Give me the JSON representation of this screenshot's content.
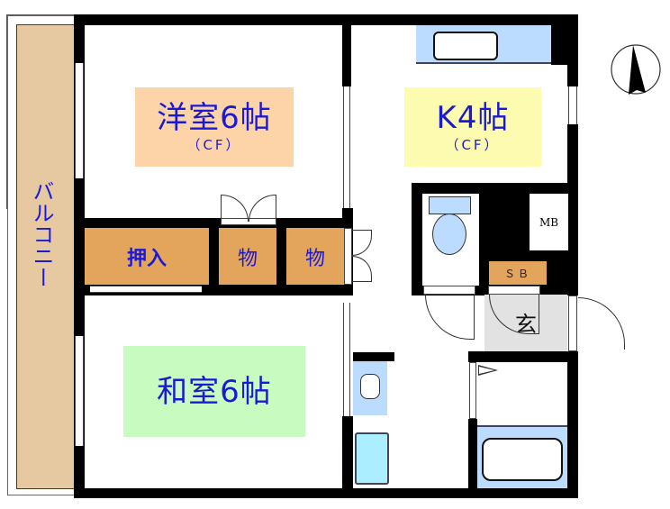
{
  "floorplan": {
    "balcony": {
      "label": "バルコニー",
      "color": "#e6c9a1"
    },
    "rooms": [
      {
        "id": "western-room",
        "name": "洋室6帖",
        "sub": "（CF）",
        "color": "#fdd4a8"
      },
      {
        "id": "kitchen",
        "name": "K4帖",
        "sub": "（CF）",
        "color": "#fdfbb0"
      },
      {
        "id": "japanese-room",
        "name": "和室6帖",
        "sub": "",
        "color": "#c8fbc0"
      }
    ],
    "storage": {
      "oshiire": "押入",
      "mono1": "物",
      "mono2": "物",
      "color": "#e3a55b"
    },
    "utility": {
      "meter_box": "MB",
      "shoe_box": "ＳＢ",
      "entrance": "玄"
    },
    "fixture_color": "#bcdcff",
    "washing_pan_color": "#aaeeff",
    "entrance_floor_color": "#e2e2e2",
    "compass": {
      "direction": "north"
    }
  }
}
